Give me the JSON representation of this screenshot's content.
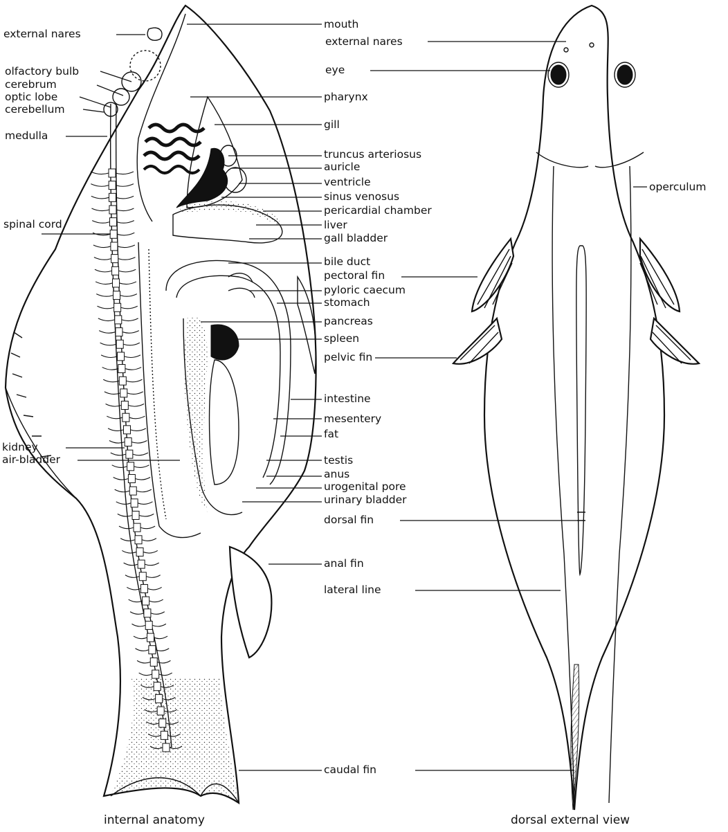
{
  "figure": {
    "captions": {
      "left": "internal anatomy",
      "right": "dorsal external view"
    },
    "left_side_labels": [
      "external nares",
      "olfactory bulb",
      "cerebrum",
      "optic lobe",
      "cerebellum",
      "medulla",
      "spinal cord",
      "kidney",
      "air-bladder"
    ],
    "center_labels": [
      "mouth",
      "external nares",
      "eye",
      "pharynx",
      "gill",
      "truncus arteriosus",
      "auricle",
      "ventricle",
      "sinus venosus",
      "pericardial chamber",
      "liver",
      "gall bladder",
      "bile duct",
      "pectoral fin",
      "pyloric caecum",
      "stomach",
      "pancreas",
      "spleen",
      "pelvic fin",
      "intestine",
      "mesentery",
      "fat",
      "testis",
      "anus",
      "urogenital pore",
      "urinary bladder",
      "dorsal fin",
      "anal fin",
      "lateral line",
      "caudal fin"
    ],
    "right_side_labels": [
      "operculum"
    ]
  }
}
